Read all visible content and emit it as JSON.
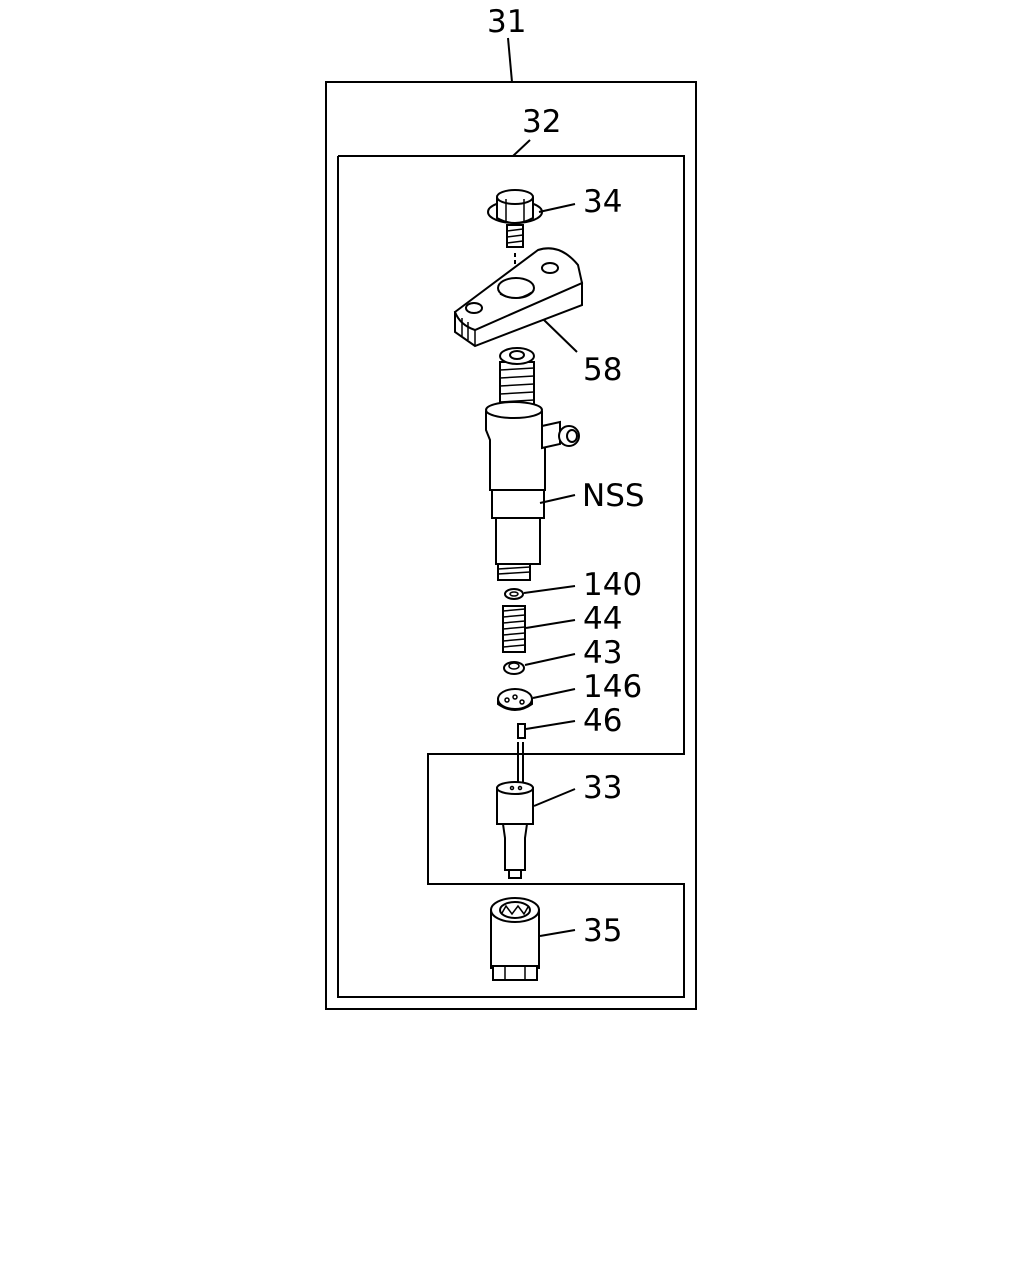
{
  "labels": {
    "assembly": "31",
    "sub_assembly": "32",
    "bolt": "34",
    "clamp": "58",
    "injector_body": "NSS",
    "washer": "140",
    "spring": "44",
    "spring_seat": "43",
    "spacer": "146",
    "pin": "46",
    "nozzle": "33",
    "retaining_nut": "35"
  }
}
